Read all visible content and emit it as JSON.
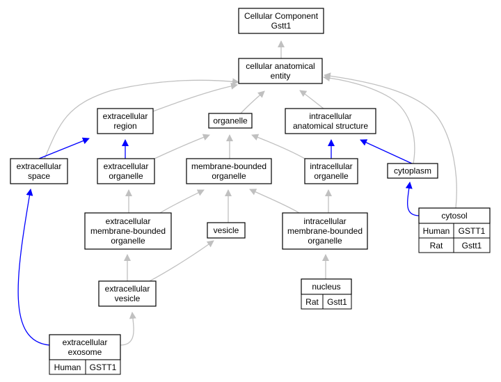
{
  "colors": {
    "is_a_edge": "#c0c0c0",
    "part_of_edge": "#0000ff",
    "human": "#f4674a",
    "rat": "#ffd700"
  },
  "nodes": [
    {
      "id": "root",
      "lines": [
        "Cellular Component",
        "Gstt1"
      ]
    },
    {
      "id": "cae",
      "lines": [
        "cellular anatomical",
        "entity"
      ]
    },
    {
      "id": "ecr",
      "lines": [
        "extracellular",
        "region"
      ]
    },
    {
      "id": "org",
      "lines": [
        "organelle"
      ]
    },
    {
      "id": "ias",
      "lines": [
        "intracellular",
        "anatomical structure"
      ]
    },
    {
      "id": "ecs",
      "lines": [
        "extracellular",
        "space"
      ]
    },
    {
      "id": "eco",
      "lines": [
        "extracellular",
        "organelle"
      ]
    },
    {
      "id": "mbo",
      "lines": [
        "membrane-bounded",
        "organelle"
      ]
    },
    {
      "id": "ico",
      "lines": [
        "intracellular",
        "organelle"
      ]
    },
    {
      "id": "cyt",
      "lines": [
        "cytoplasm"
      ]
    },
    {
      "id": "ecmbo",
      "lines": [
        "extracellular",
        "membrane-bounded",
        "organelle"
      ]
    },
    {
      "id": "ves",
      "lines": [
        "vesicle"
      ]
    },
    {
      "id": "icmbo",
      "lines": [
        "intracellular",
        "membrane-bounded",
        "organelle"
      ]
    },
    {
      "id": "cytosol",
      "lines": [
        "cytosol"
      ],
      "annotations": [
        {
          "species": "Human",
          "gene": "GSTT1"
        },
        {
          "species": "Rat",
          "gene": "Gstt1"
        }
      ]
    },
    {
      "id": "ecv",
      "lines": [
        "extracellular",
        "vesicle"
      ]
    },
    {
      "id": "nuc",
      "lines": [
        "nucleus"
      ],
      "annotations": [
        {
          "species": "Rat",
          "gene": "Gstt1"
        }
      ]
    },
    {
      "id": "exo",
      "lines": [
        "extracellular",
        "exosome"
      ],
      "annotations": [
        {
          "species": "Human",
          "gene": "GSTT1"
        }
      ]
    }
  ]
}
